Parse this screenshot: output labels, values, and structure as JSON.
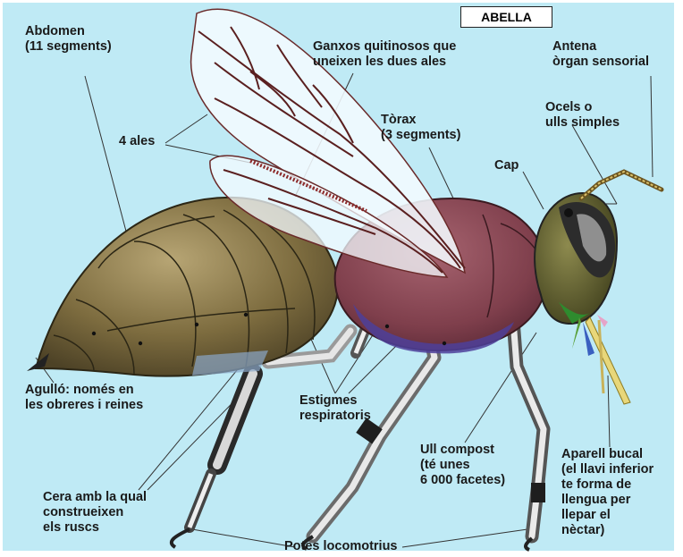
{
  "title": "ABELLA",
  "labels": {
    "abdomen": [
      "Abdomen",
      "(11 segments)"
    ],
    "ganxos": [
      "Ganxos quitinosos que",
      "uneixen les dues ales"
    ],
    "antena": [
      "Antena",
      "òrgan sensorial"
    ],
    "ocels": [
      "Ocels o",
      "ulls simples"
    ],
    "ales": [
      "4 ales"
    ],
    "torax": [
      "Tòrax",
      "(3 segments)"
    ],
    "cap": [
      "Cap"
    ],
    "agullo": [
      "Agulló: només en",
      "les obreres i reines"
    ],
    "estigmes": [
      "Estigmes",
      "respiratoris"
    ],
    "ull": [
      "Ull compost",
      "(té unes",
      "6 000 facetes)"
    ],
    "aparell": [
      "Aparell bucal",
      "(el llavi inferior",
      "te forma de",
      "llengua per",
      "llepar el",
      "nèctar)"
    ],
    "cera": [
      "Cera amb la qual",
      "construeixen",
      "els ruscs"
    ],
    "potes": [
      "Potes locomotrius"
    ]
  },
  "colors": {
    "background": "#bfeaf5",
    "abdomen": "#8c7a4a",
    "thorax": "#8e4a55",
    "head": "#6a6a30",
    "wing": "#f4fbff",
    "vein": "#5a1f1f"
  }
}
